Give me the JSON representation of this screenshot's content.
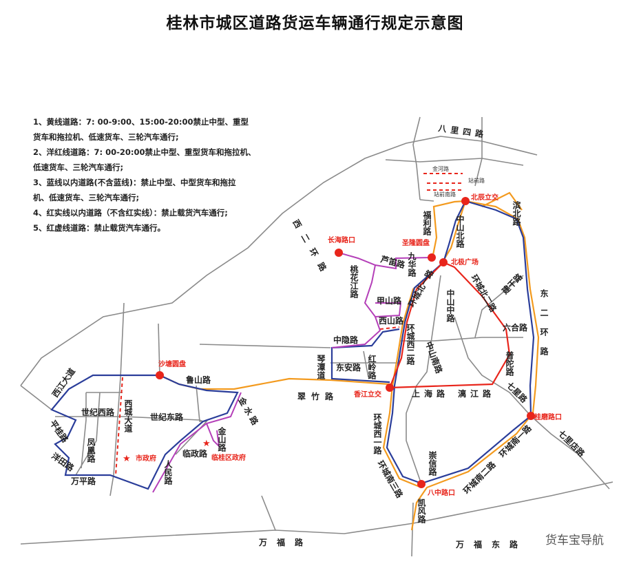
{
  "title": "桂林市城区道路货运车辆通行规定示意图",
  "legend": [
    "1、黄线道路：7: 00-9:00、15:00-20:00禁止中型、重型",
    "货车和拖拉机、低速货车、三轮汽车通行;",
    "2、洋红线道路：7: 00-20:00禁止中型、重型货车和拖拉机、",
    "低速货车、三轮汽车通行;",
    "3、蓝线以内道路(不含蓝线)：禁止中型、中型货车和拖拉",
    "机、低速货车、三轮汽车通行;",
    "4、红实线以内道路（不含红实线）：禁止载货汽车通行;",
    "5、红虚线道路：禁止载货汽车通行。"
  ],
  "colors": {
    "yellow_line": "#f39a1e",
    "magenta_line": "#b43fb8",
    "blue_line": "#2a3d9a",
    "red_line": "#e8251b",
    "road": "#8a8a8a"
  },
  "places": {
    "beichen": "北辰立交",
    "shenglong": "圣隆圆盘",
    "beiji": "北极广场",
    "changhai": "长海路口",
    "shatang": "沙塘圆盘",
    "xiangjiang": "香江立交",
    "bazhong": "八中路口",
    "guimo": "桂磨路口",
    "shizhengfu": "市政府",
    "linguiqu": "临桂区政府"
  },
  "roads": {
    "balisi": "八里四路",
    "jinhe": "金河路",
    "zhanqian": "站前路",
    "zhanqiannan": "站前南路",
    "binbei": "滨北路",
    "fuli": "福利路",
    "zhongshanbei": "中山北路",
    "jiuhua": "九华路",
    "lumiao": "芦笛路",
    "taohuajiang": "桃花江路",
    "xierhuan": "西二环路",
    "jiashan": "甲山路",
    "xishan": "西山路",
    "huanchengbeiyi": "环城北一路",
    "huanchengbeier": "环城北二路",
    "jiangan": "建干路",
    "zhongshanzhong": "中山中路",
    "liuhe": "六合路",
    "dongerhuan": "东二环路",
    "zhongyin": "中隐路",
    "qintan": "琴潭道",
    "dongan": "东安路",
    "hongling": "红岭路",
    "huanchengxier": "环城西二路",
    "zhongshannan": "中山南路",
    "putuo": "普陀路",
    "shanghai": "上海路",
    "lijiang": "漓江路",
    "qixing": "七星路",
    "cuizhu": "翠竹路",
    "lushan": "鲁山路",
    "xijiang": "西江大道",
    "shijixi": "世纪西路",
    "shijidong": "世纪东路",
    "xicheng": "西城大道",
    "jinshui": "金水路",
    "jinshan": "金山路",
    "linzheng": "临政路",
    "pinggui": "平桂路",
    "yangtian": "洋田路",
    "fenghuang": "凤凰路",
    "wanping": "万平路",
    "renmin": "人民路",
    "huanchengxiyi": "环城西一路",
    "huanchengnansan": "环城南三路",
    "chongxin": "崇信路",
    "kaifeng": "凯风路",
    "huanchengnaner": "环城南二路",
    "huanchengnanyi": "环城南一路",
    "qilixi": "七里店路",
    "wanfu": "万福路",
    "wanfudong": "万福东路"
  },
  "watermark": "货车宝导航"
}
